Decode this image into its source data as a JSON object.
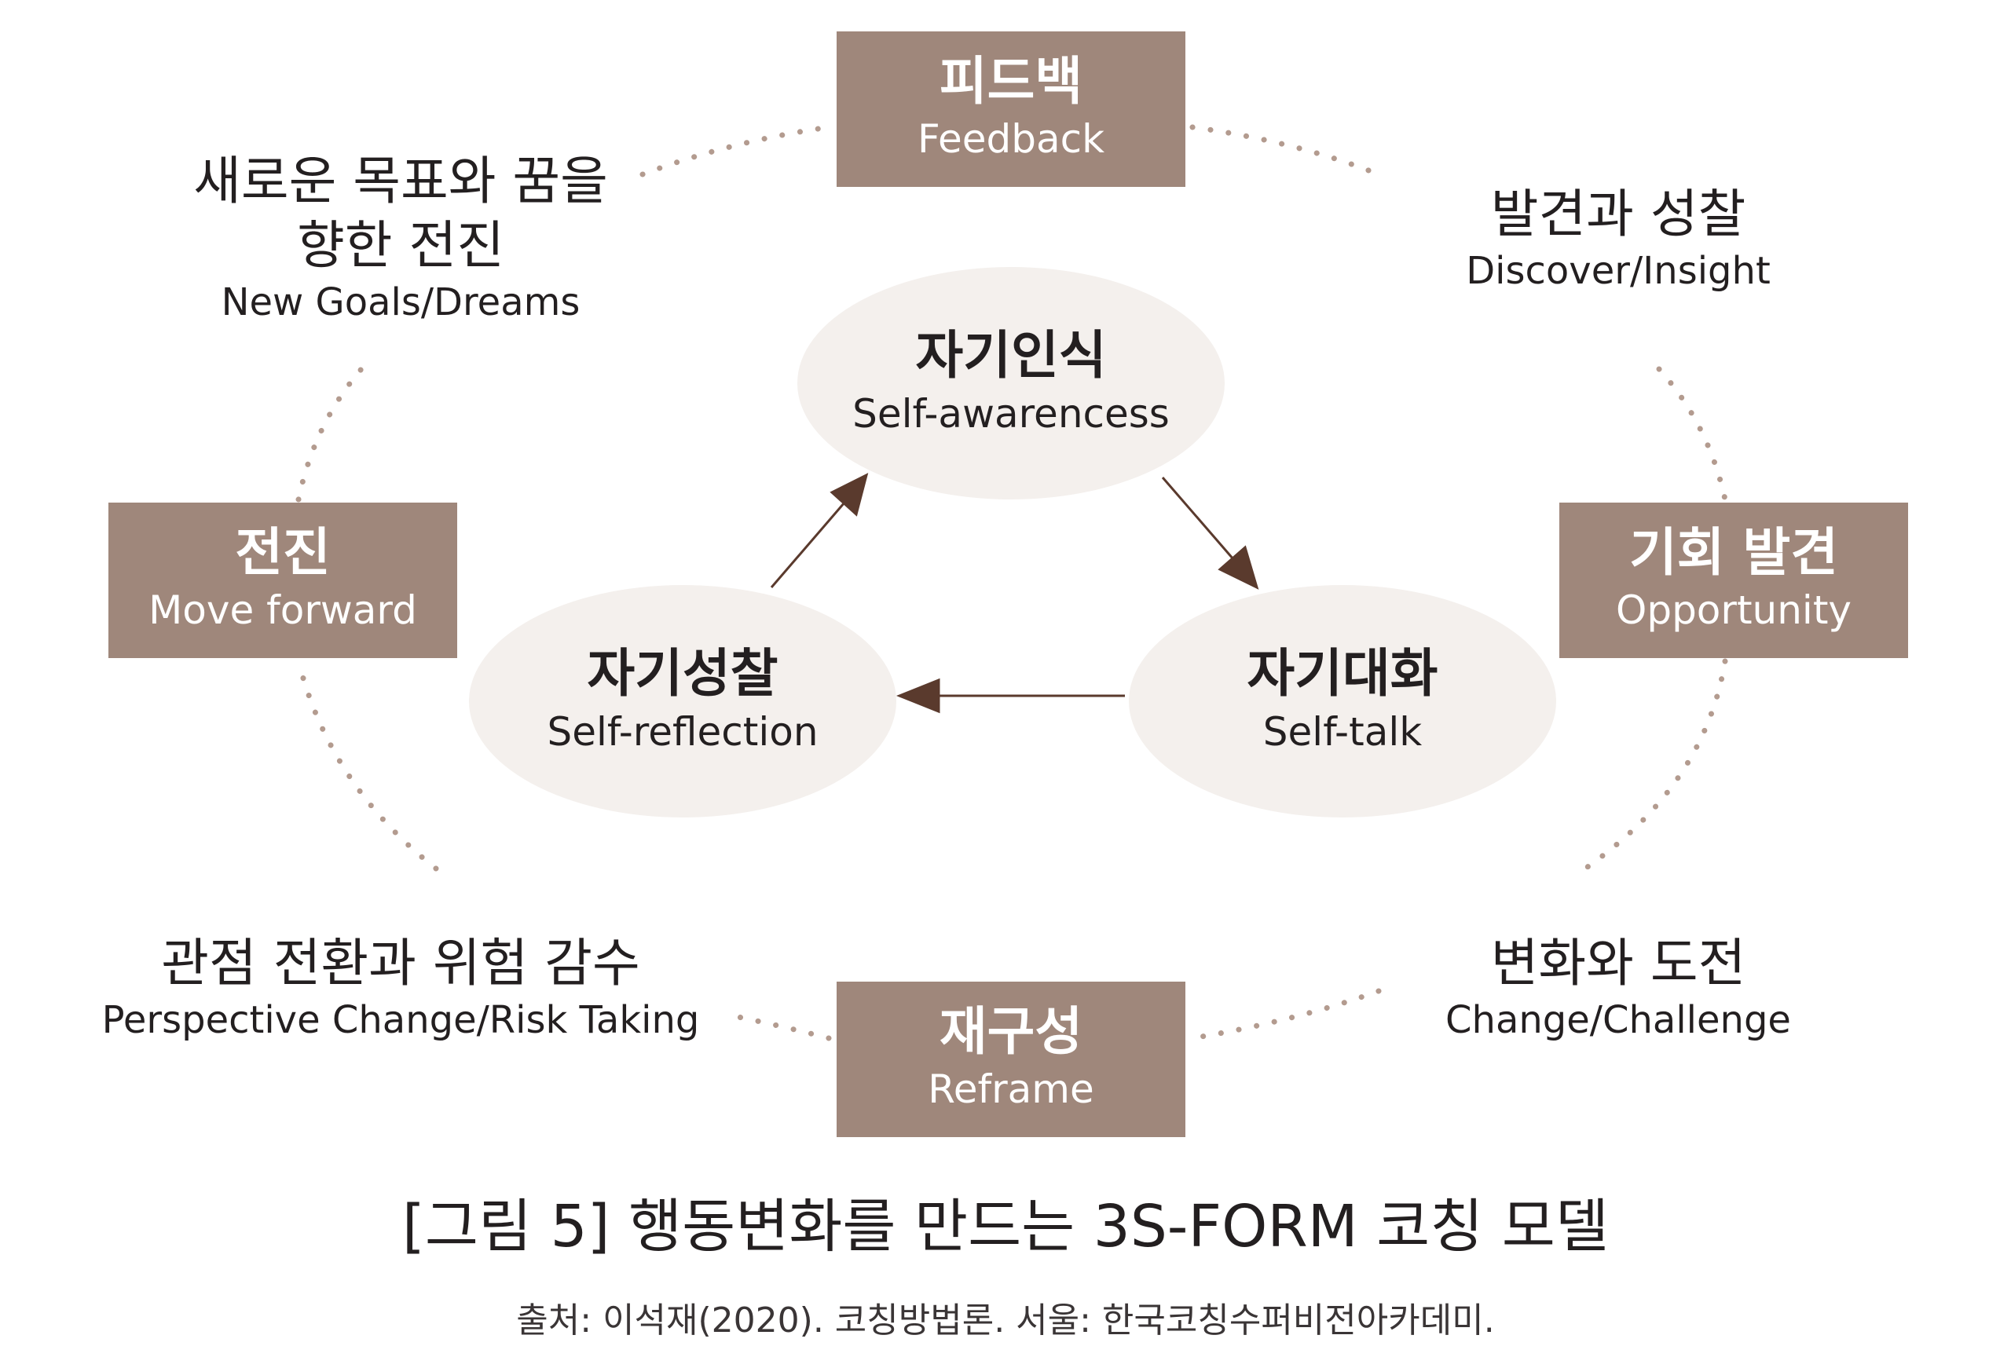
{
  "colors": {
    "box": "#9f877b",
    "ellipse": "#f4f0ed",
    "dots": "#b39b8f",
    "arrow": "#5a3a2d"
  },
  "outer_boxes": {
    "feedback": {
      "ko": "피드백",
      "en": "Feedback"
    },
    "opportunity": {
      "ko": "기회 발견",
      "en": "Opportunity"
    },
    "reframe": {
      "ko": "재구성",
      "en": "Reframe"
    },
    "move_forward": {
      "ko": "전진",
      "en": "Move forward"
    }
  },
  "core": {
    "self_awareness": {
      "ko": "자기인식",
      "en": "Self-awarencess"
    },
    "self_talk": {
      "ko": "자기대화",
      "en": "Self-talk"
    },
    "self_reflection": {
      "ko": "자기성찰",
      "en": "Self-reflection"
    }
  },
  "stages": {
    "discover": {
      "ko": "발견과 성찰",
      "en": "Discover/Insight"
    },
    "change": {
      "ko": "변화와 도전",
      "en": "Change/Challenge"
    },
    "perspective": {
      "ko": "관점 전환과 위험 감수",
      "en": "Perspective Change/Risk Taking"
    },
    "new_goals": {
      "ko_line1": "새로운 목표와 꿈을",
      "ko_line2": "향한 전진",
      "en": "New Goals/Dreams"
    }
  },
  "caption": "[그림 5] 행동변화를 만드는 3S-FORM 코칭 모델",
  "source": "출처: 이석재(2020). 코칭방법론. 서울: 한국코칭수퍼비전아카데미."
}
